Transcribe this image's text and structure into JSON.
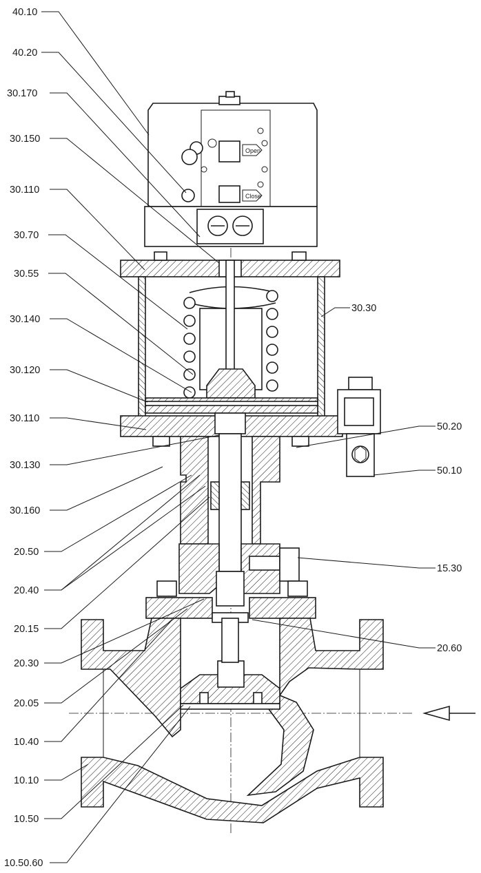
{
  "diagram": {
    "left_labels": [
      "40.10",
      "40.20",
      "30.170",
      "30.150",
      "30.110",
      "30.70",
      "30.55",
      "30.140",
      "30.120",
      "30.110",
      "30.130",
      "30.160",
      "20.50",
      "20.40",
      "20.15",
      "20.30",
      "20.05",
      "10.40",
      "10.10",
      "10.50",
      "10.50.60"
    ],
    "right_labels": [
      "30.30",
      "50.20",
      "50.10",
      "15.30",
      "20.60"
    ],
    "actuator_text": {
      "open": "Open",
      "close": "Close"
    },
    "flow_arrow": "flow-direction-arrow",
    "colors": {
      "line": "#1a1a1a",
      "background": "#ffffff"
    }
  }
}
